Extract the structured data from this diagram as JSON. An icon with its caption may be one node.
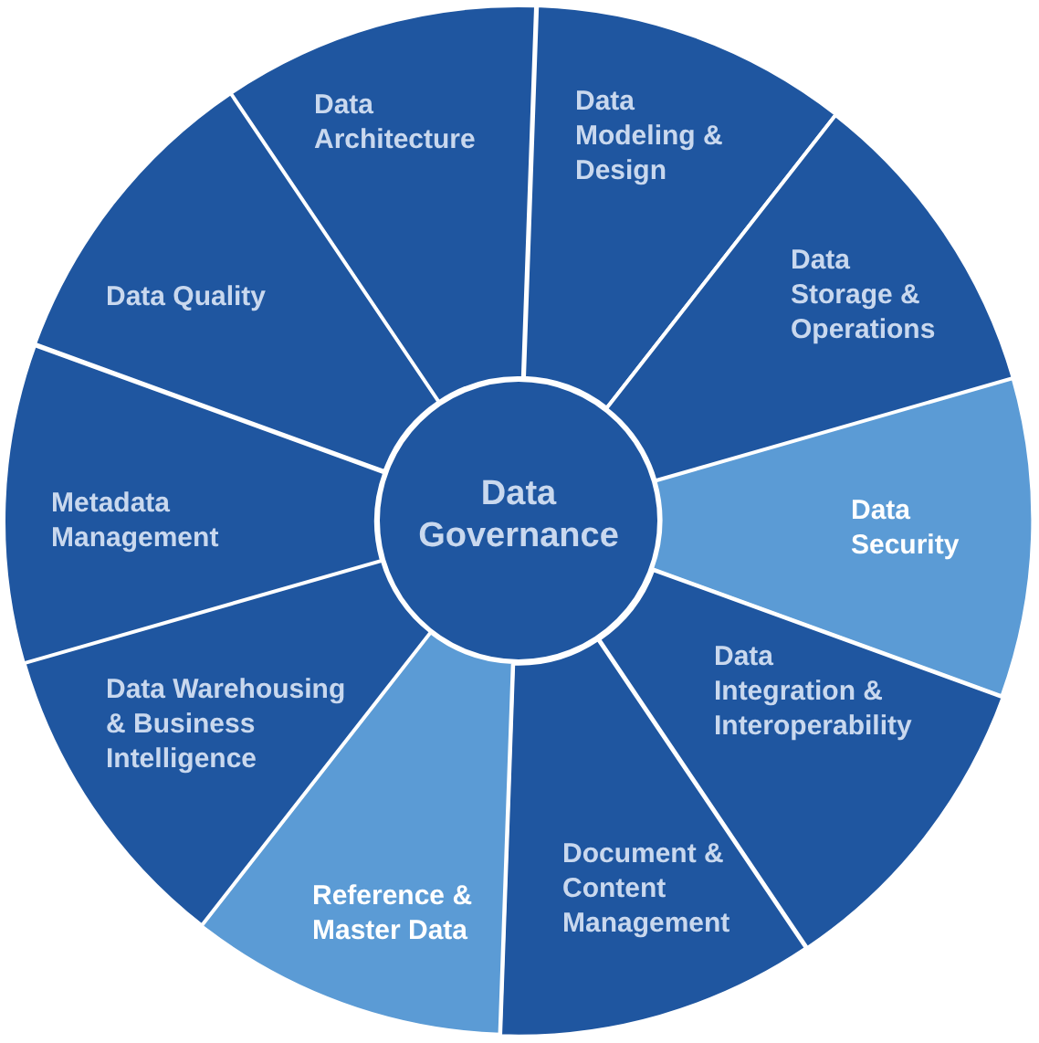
{
  "diagram": {
    "nodes": [
      {
        "text": [
          "Data Governance"
        ]
      },
      {
        "text": [
          "Data Architecture"
        ]
      },
      {
        "text": [
          "Data Modeling & Design"
        ]
      },
      {
        "text": [
          "Data Storage & Operations"
        ]
      },
      {
        "text": [
          "Data Security"
        ]
      },
      {
        "text": [
          "Data Integration & Interoperability"
        ]
      },
      {
        "text": [
          "Document & Content Management"
        ]
      },
      {
        "text": [
          "Reference & Master Data"
        ]
      },
      {
        "text": [
          "Data Warehousing & Business Intelligence"
        ]
      },
      {
        "text": [
          "Metadata Management"
        ]
      },
      {
        "text": [
          "Data Quality"
        ]
      }
    ]
  }
}
